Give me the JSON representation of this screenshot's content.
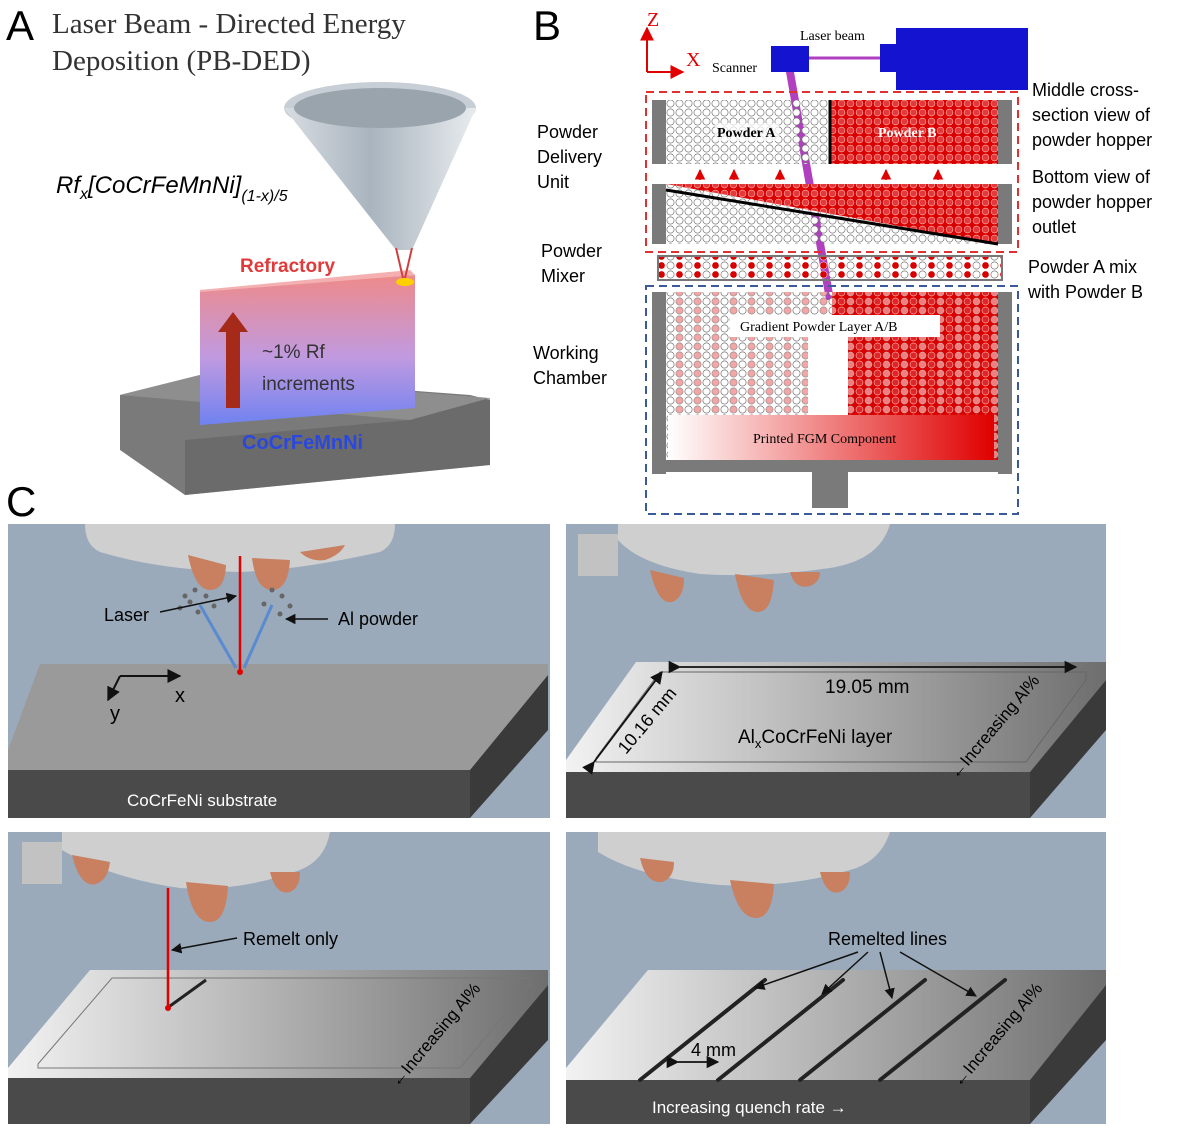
{
  "panel_a": {
    "letter": "A",
    "title_line1": "Laser Beam - Directed Energy",
    "title_line2": "Deposition (PB-DED)",
    "formula_main": "Rf",
    "formula_sub_x": "x",
    "formula_body": "[CoCrFeMnNi]",
    "formula_exp": "(1-x)/5",
    "top_label": "Refractory",
    "arrow_label_line1": "~1% Rf",
    "arrow_label_line2": "increments",
    "base_label": "CoCrFeMnNi"
  },
  "panel_b": {
    "letter": "B",
    "axis_z": "Z",
    "axis_x": "X",
    "scanner_label": "Scanner",
    "laser_label": "Laser beam",
    "powder_a": "Powder A",
    "powder_b": "Powder B",
    "gradient_layer": "Gradient Powder Layer A/B",
    "printed_component": "Printed FGM Component",
    "left_labels": {
      "delivery_1": "Powder",
      "delivery_2": "Delivery",
      "delivery_3": "Unit",
      "mixer_1": "Powder",
      "mixer_2": "Mixer",
      "chamber_1": "Working",
      "chamber_2": "Chamber"
    },
    "right_labels": {
      "middle_1": "Middle cross-",
      "middle_2": "section view of",
      "middle_3": "powder hopper",
      "bottom_1": "Bottom view of",
      "bottom_2": "powder hopper",
      "bottom_3": "outlet",
      "mix_1": "Powder A mix",
      "mix_2": "with Powder B"
    },
    "colors": {
      "powder_b": "#d90000",
      "hopper_border": "#e03030",
      "chamber_border": "#3a5a9a",
      "laser": "#b040c0",
      "scanner": "#1010cc"
    }
  },
  "panel_c": {
    "letter": "C",
    "tl": {
      "laser": "Laser",
      "powder": "Al powder",
      "axis_x": "x",
      "axis_y": "y",
      "substrate": "CoCrFeNi substrate"
    },
    "tr": {
      "width": "19.05 mm",
      "depth": "10.16 mm",
      "layer_prefix": "Al",
      "layer_sub": "x",
      "layer_suffix": "CoCrFeNi layer",
      "increasing": "←Increasing Al%"
    },
    "bl": {
      "remelt": "Remelt only",
      "increasing": "←Increasing Al%"
    },
    "br": {
      "remelted": "Remelted lines",
      "spacing": "4 mm",
      "increasing": "←Increasing Al%",
      "quench": "Increasing quench rate →"
    },
    "colors": {
      "background": "#9aaabb",
      "plate_top": "#9a9a9a",
      "plate_side": "#3a3a3a",
      "nozzle": "#c88060"
    }
  }
}
